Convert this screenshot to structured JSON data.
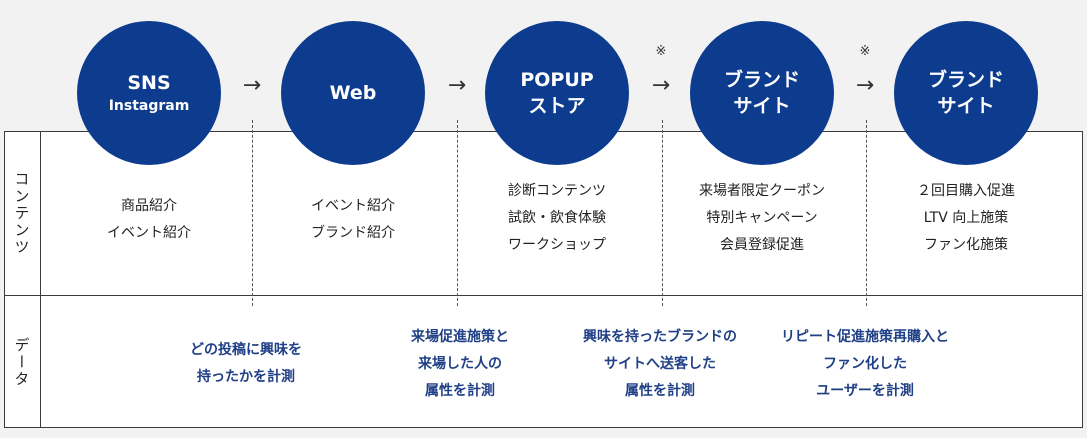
{
  "row_labels": {
    "content": "コンテンツ",
    "data": "データ"
  },
  "colors": {
    "node": "#0d3c8f",
    "data_text": "#1f3f86"
  },
  "nodes": [
    {
      "line1": "SNS",
      "line2": "Instagram"
    },
    {
      "line1": "Web",
      "line2": ""
    },
    {
      "line1": "POPUP",
      "line2": "ストア"
    },
    {
      "line1": "ブランド",
      "line2": "サイト"
    },
    {
      "line1": "ブランド",
      "line2": "サイト"
    }
  ],
  "arrow": "→",
  "note_mark": "※",
  "contents": [
    [
      "商品紹介",
      "イベント紹介"
    ],
    [
      "イベント紹介",
      "ブランド紹介"
    ],
    [
      "診断コンテンツ",
      "試飲・飲食体験",
      "ワークショップ"
    ],
    [
      "来場者限定クーポン",
      "特別キャンペーン",
      "会員登録促進"
    ],
    [
      "２回目購入促進",
      "LTV 向上施策",
      "ファン化施策"
    ]
  ],
  "data_cells": [
    [
      "どの投稿に興味を",
      "持ったかを計測"
    ],
    [
      "来場促進施策と",
      "来場した人の",
      "属性を計測"
    ],
    [
      "興味を持ったブランドの",
      "サイトへ送客した",
      "属性を計測"
    ],
    [
      "リピート促進施策再購入と",
      "ファン化した",
      "ユーザーを計測"
    ]
  ]
}
